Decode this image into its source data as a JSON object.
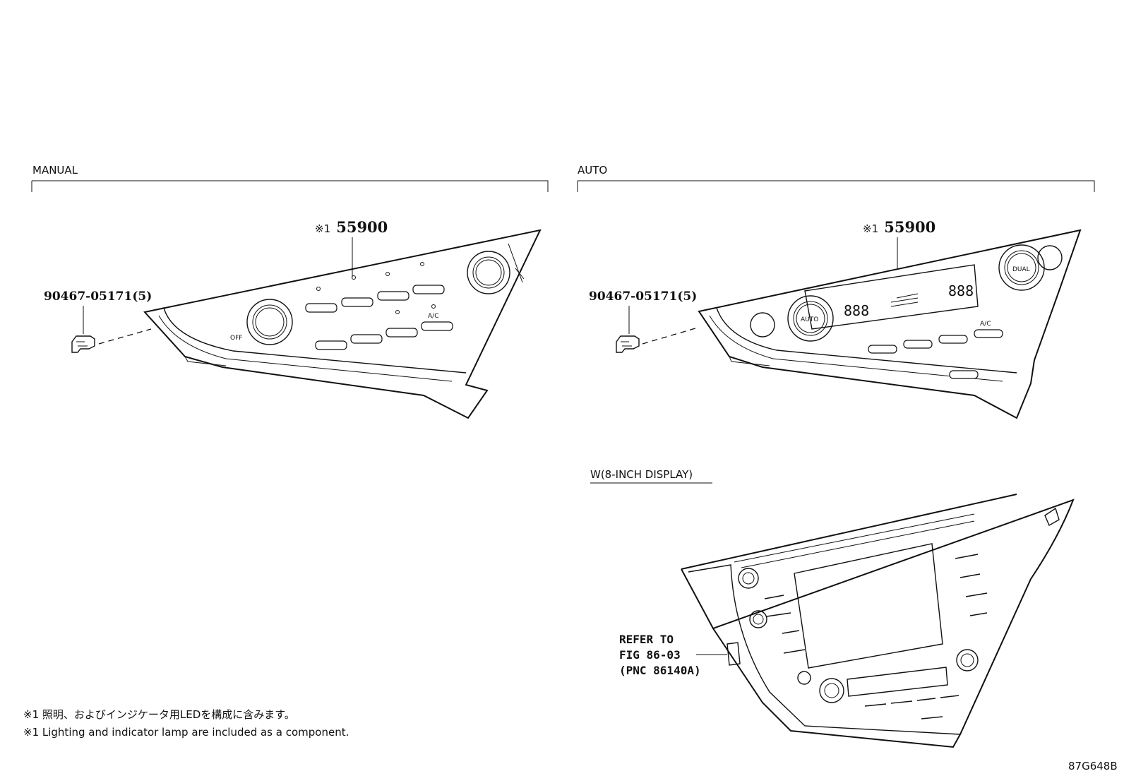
{
  "sections": {
    "manual": {
      "label": "MANUAL",
      "part_label": "55900",
      "part_prefix": "※1",
      "clip_label": "90467-05171(5)",
      "knob_left_text": "OFF",
      "button_text_ac": "A/C"
    },
    "auto": {
      "label": "AUTO",
      "part_label": "55900",
      "part_prefix": "※1",
      "clip_label": "90467-05171(5)",
      "knob_left_text": "AUTO",
      "knob_right_text": "DUAL",
      "display_left": "888",
      "display_right": "888",
      "button_text_ac": "A/C"
    },
    "display": {
      "label": "W(8-INCH DISPLAY)",
      "refer_line1": "REFER TO",
      "refer_line2": "FIG 86-03",
      "refer_line3": "(PNC 86140A)"
    }
  },
  "notes": {
    "line1": "※1 照明、およびインジケータ用LEDを構成に含みます。",
    "line2": "※1 Lighting and indicator lamp are included as a component."
  },
  "figure_code": "87G648B"
}
